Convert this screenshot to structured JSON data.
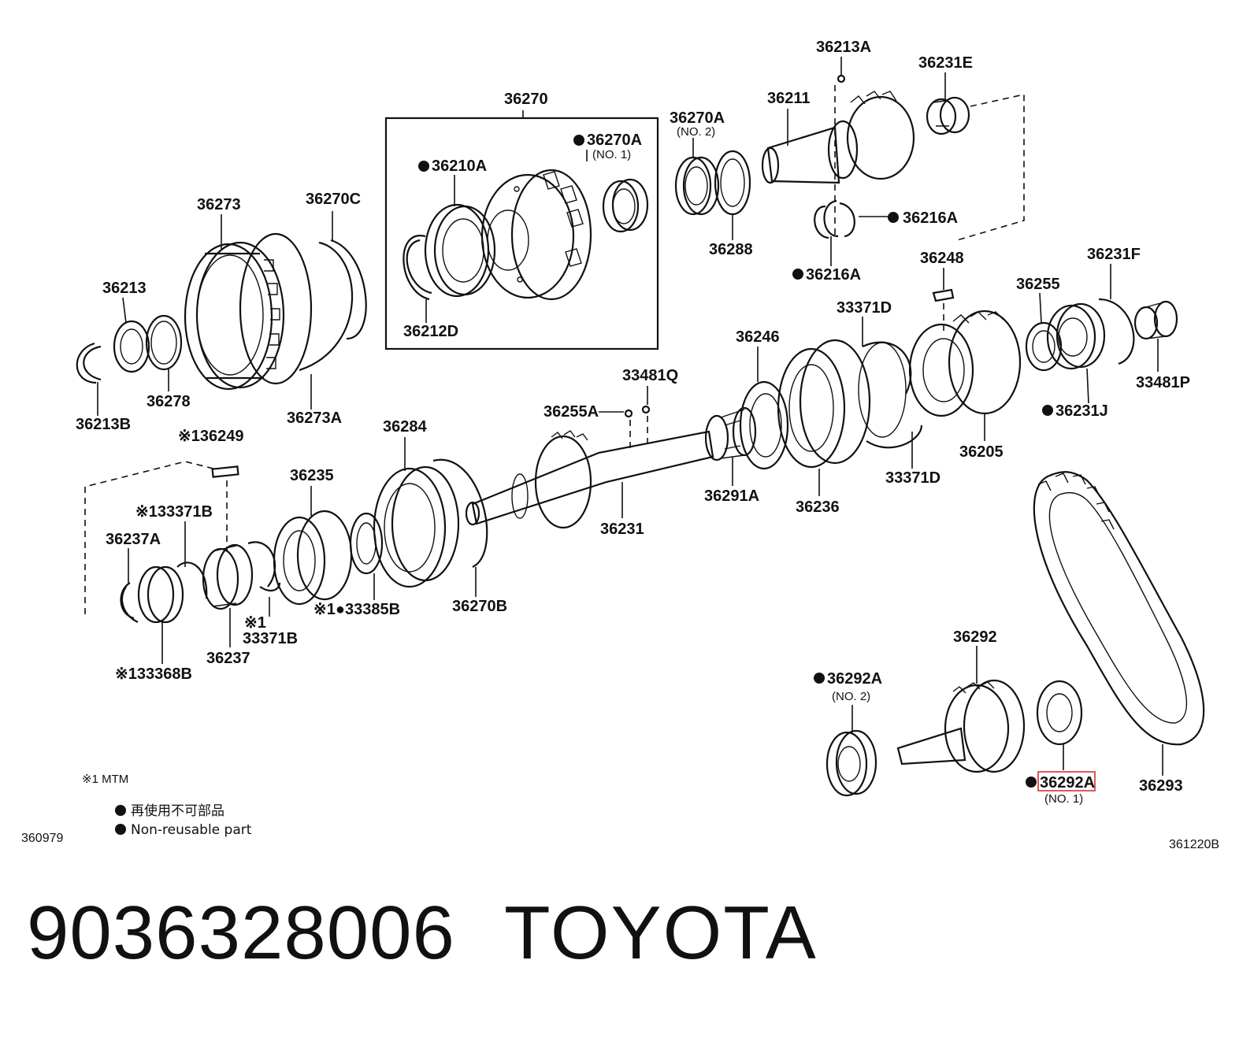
{
  "labels": {
    "p36213A": "36213A",
    "p36231E": "36231E",
    "p36270": "36270",
    "p36270A_2": "36270A",
    "p36270A_2_sub": "(NO. 2)",
    "p36211": "36211",
    "p36270A_1": "36270A",
    "p36270A_1_sub": "(NO. 1)",
    "p36210A": "36210A",
    "p36273": "36273",
    "p36270C": "36270C",
    "p36288": "36288",
    "p36216A_r": "36216A",
    "p36216A_b": "36216A",
    "p36213": "36213",
    "p36212D": "36212D",
    "p36248": "36248",
    "p36231F": "36231F",
    "p33371D_t": "33371D",
    "p36255": "36255",
    "p36246": "36246",
    "p33481P": "33481P",
    "p36278": "36278",
    "p36213B": "36213B",
    "p36273A": "36273A",
    "p33481Q": "33481Q",
    "p36231J": "36231J",
    "p36255A": "36255A",
    "p36249": "※136249",
    "p36284": "36284",
    "p36205": "36205",
    "p33371D_b": "33371D",
    "p36235": "36235",
    "p36291A": "36291A",
    "p36236": "36236",
    "p33371B_top": "※133371B",
    "p36231": "36231",
    "p36237A": "36237A",
    "p33385B": "※1●33385B",
    "p36270B": "36270B",
    "p33371B_mark": "※1",
    "p33371B": "33371B",
    "p36237": "36237",
    "p33368B": "※133368B",
    "p36292": "36292",
    "p36292A_2": "36292A",
    "p36292A_2_sub": "(NO. 2)",
    "p36292A_1": "36292A",
    "p36292A_1_sub": "(NO. 1)",
    "p36293": "36293"
  },
  "legend": {
    "mtm_note": "※1 MTM",
    "non_reusable_jp": "再使用不可部品",
    "non_reusable_en": "Non-reusable part"
  },
  "codes": {
    "left": "360979",
    "right": "361220B"
  },
  "highlighted_part": "36292A",
  "footer": {
    "part_number": "9036328006",
    "brand": "TOYOTA"
  },
  "colors": {
    "ink": "#111111",
    "highlight": "#d9302c",
    "background": "#ffffff"
  }
}
